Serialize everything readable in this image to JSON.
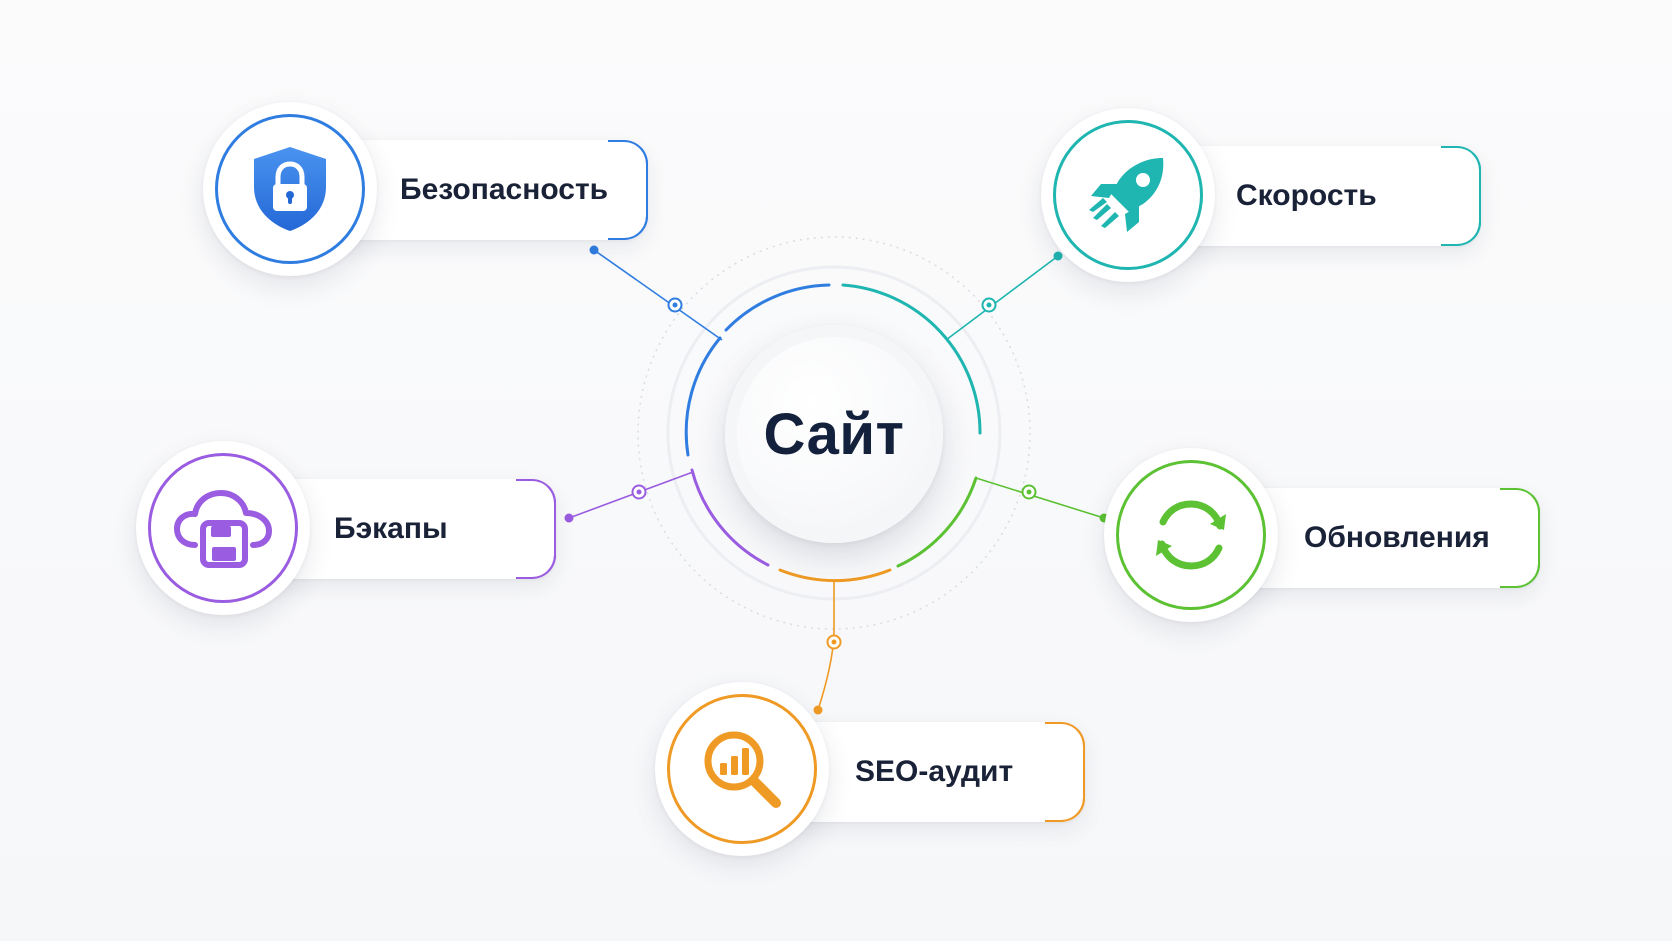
{
  "center": {
    "title": "Сайт"
  },
  "nodes": [
    {
      "id": "security",
      "label": "Безопасность",
      "color": "#2f7de1",
      "icon": "shield-lock-icon"
    },
    {
      "id": "speed",
      "label": "Скорость",
      "color": "#1fb5b0",
      "icon": "rocket-icon"
    },
    {
      "id": "backups",
      "label": "Бэкапы",
      "color": "#9a5ce0",
      "icon": "cloud-floppy-icon"
    },
    {
      "id": "updates",
      "label": "Обновления",
      "color": "#5cc234",
      "icon": "refresh-icon"
    },
    {
      "id": "seo",
      "label": "SEO-аудит",
      "color": "#ef9a24",
      "icon": "magnifier-chart-icon"
    }
  ]
}
